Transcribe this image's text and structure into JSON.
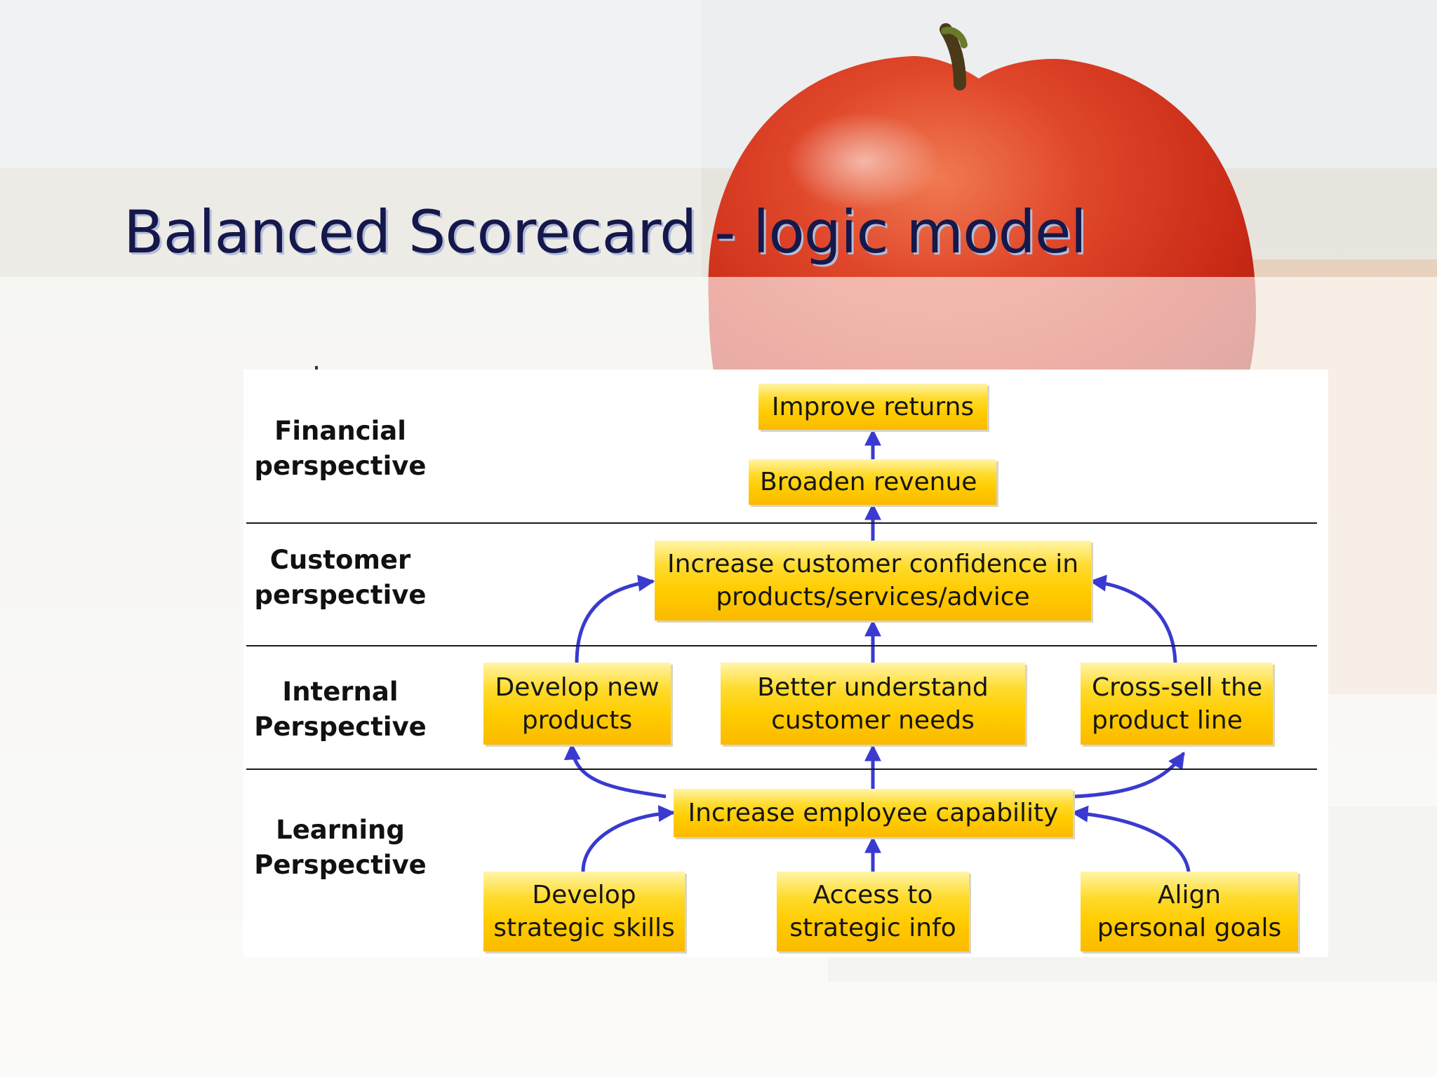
{
  "slide": {
    "title_main": "Balanced Scorecard - ",
    "title_accent": "logic model"
  },
  "perspectives": {
    "financial": [
      "Financial",
      "perspective"
    ],
    "customer": [
      "Customer",
      "perspective"
    ],
    "internal": [
      "Internal",
      "Perspective"
    ],
    "learning": [
      "Learning",
      "Perspective"
    ]
  },
  "boxes": {
    "improve_returns": [
      "Improve returns"
    ],
    "broaden_revenue": [
      "Broaden revenue"
    ],
    "customer_confidence": [
      "Increase customer confidence in",
      "products/services/advice"
    ],
    "develop_products": [
      "Develop new",
      "products"
    ],
    "understand_needs": [
      "Better understand",
      "customer needs"
    ],
    "cross_sell": [
      "Cross-sell the",
      "product line"
    ],
    "employee_capability": [
      "Increase employee capability"
    ],
    "strategic_skills": [
      "Develop",
      "strategic skills"
    ],
    "strategic_info": [
      "Access to",
      "strategic info"
    ],
    "personal_goals": [
      "Align",
      "personal goals"
    ]
  },
  "colors": {
    "arrow": "#3a3ad0",
    "box_fill": "#ffcc00",
    "title": "#15184a"
  }
}
